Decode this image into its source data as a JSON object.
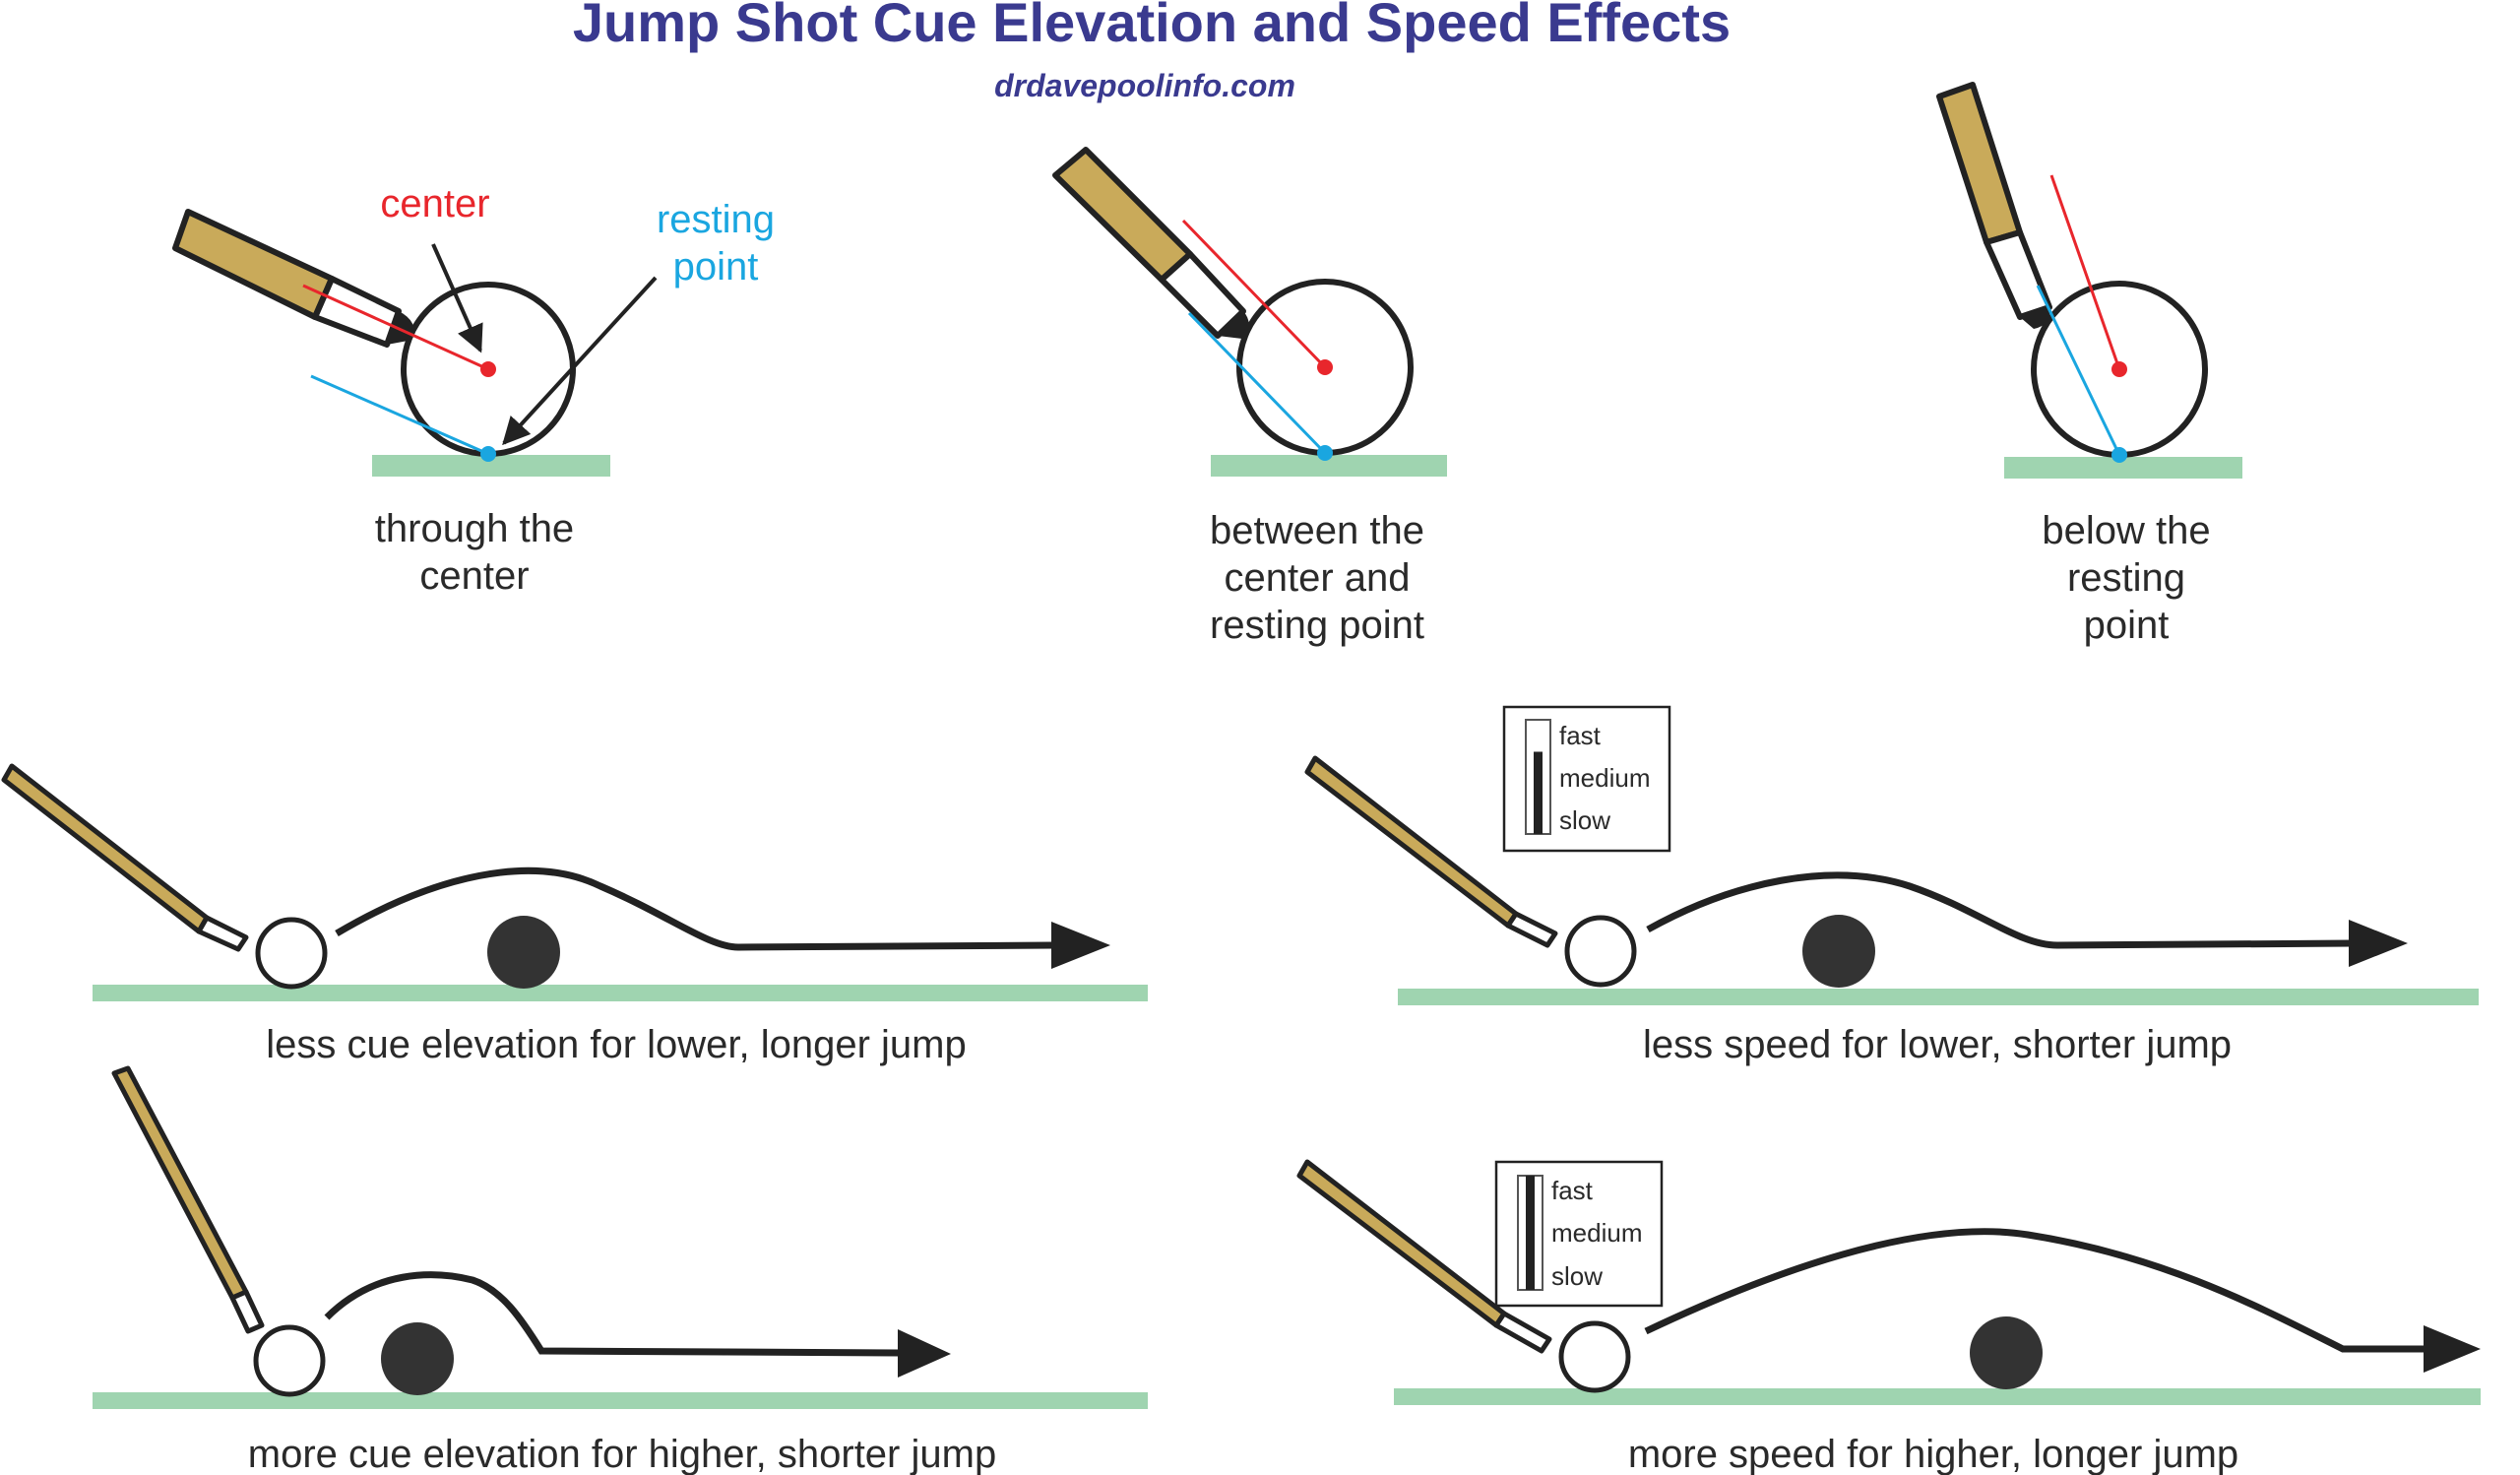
{
  "title": "Jump Shot Cue Elevation and Speed Effects",
  "subtitle": "drdavepoolinfo.com",
  "colors": {
    "title": "#3a3a8f",
    "cloth": "#9fd4b0",
    "center_marker": "#e8262c",
    "resting_marker": "#1aa6e0",
    "cue_shaft": "#c9aa5a",
    "ball_outline": "#222222",
    "object_ball": "#333333"
  },
  "top_panels": {
    "center_label": "center",
    "resting_label_line1": "resting",
    "resting_label_line2": "point",
    "panel1": {
      "caption_line1": "through the",
      "caption_line2": "center"
    },
    "panel2": {
      "caption_line1": "between the",
      "caption_line2": "center and",
      "caption_line3": "resting point"
    },
    "panel3": {
      "caption_line1": "below the",
      "caption_line2": "resting",
      "caption_line3": "point"
    }
  },
  "speed_legend": {
    "fast": "fast",
    "medium": "medium",
    "slow": "slow"
  },
  "bottom_panels": {
    "less_elevation": "less cue elevation for lower, longer jump",
    "more_elevation": "more cue elevation for higher, shorter jump",
    "less_speed": {
      "caption": "less speed for lower, shorter jump",
      "speed_level": "medium"
    },
    "more_speed": {
      "caption": "more speed for higher, longer jump",
      "speed_level": "fast"
    }
  }
}
